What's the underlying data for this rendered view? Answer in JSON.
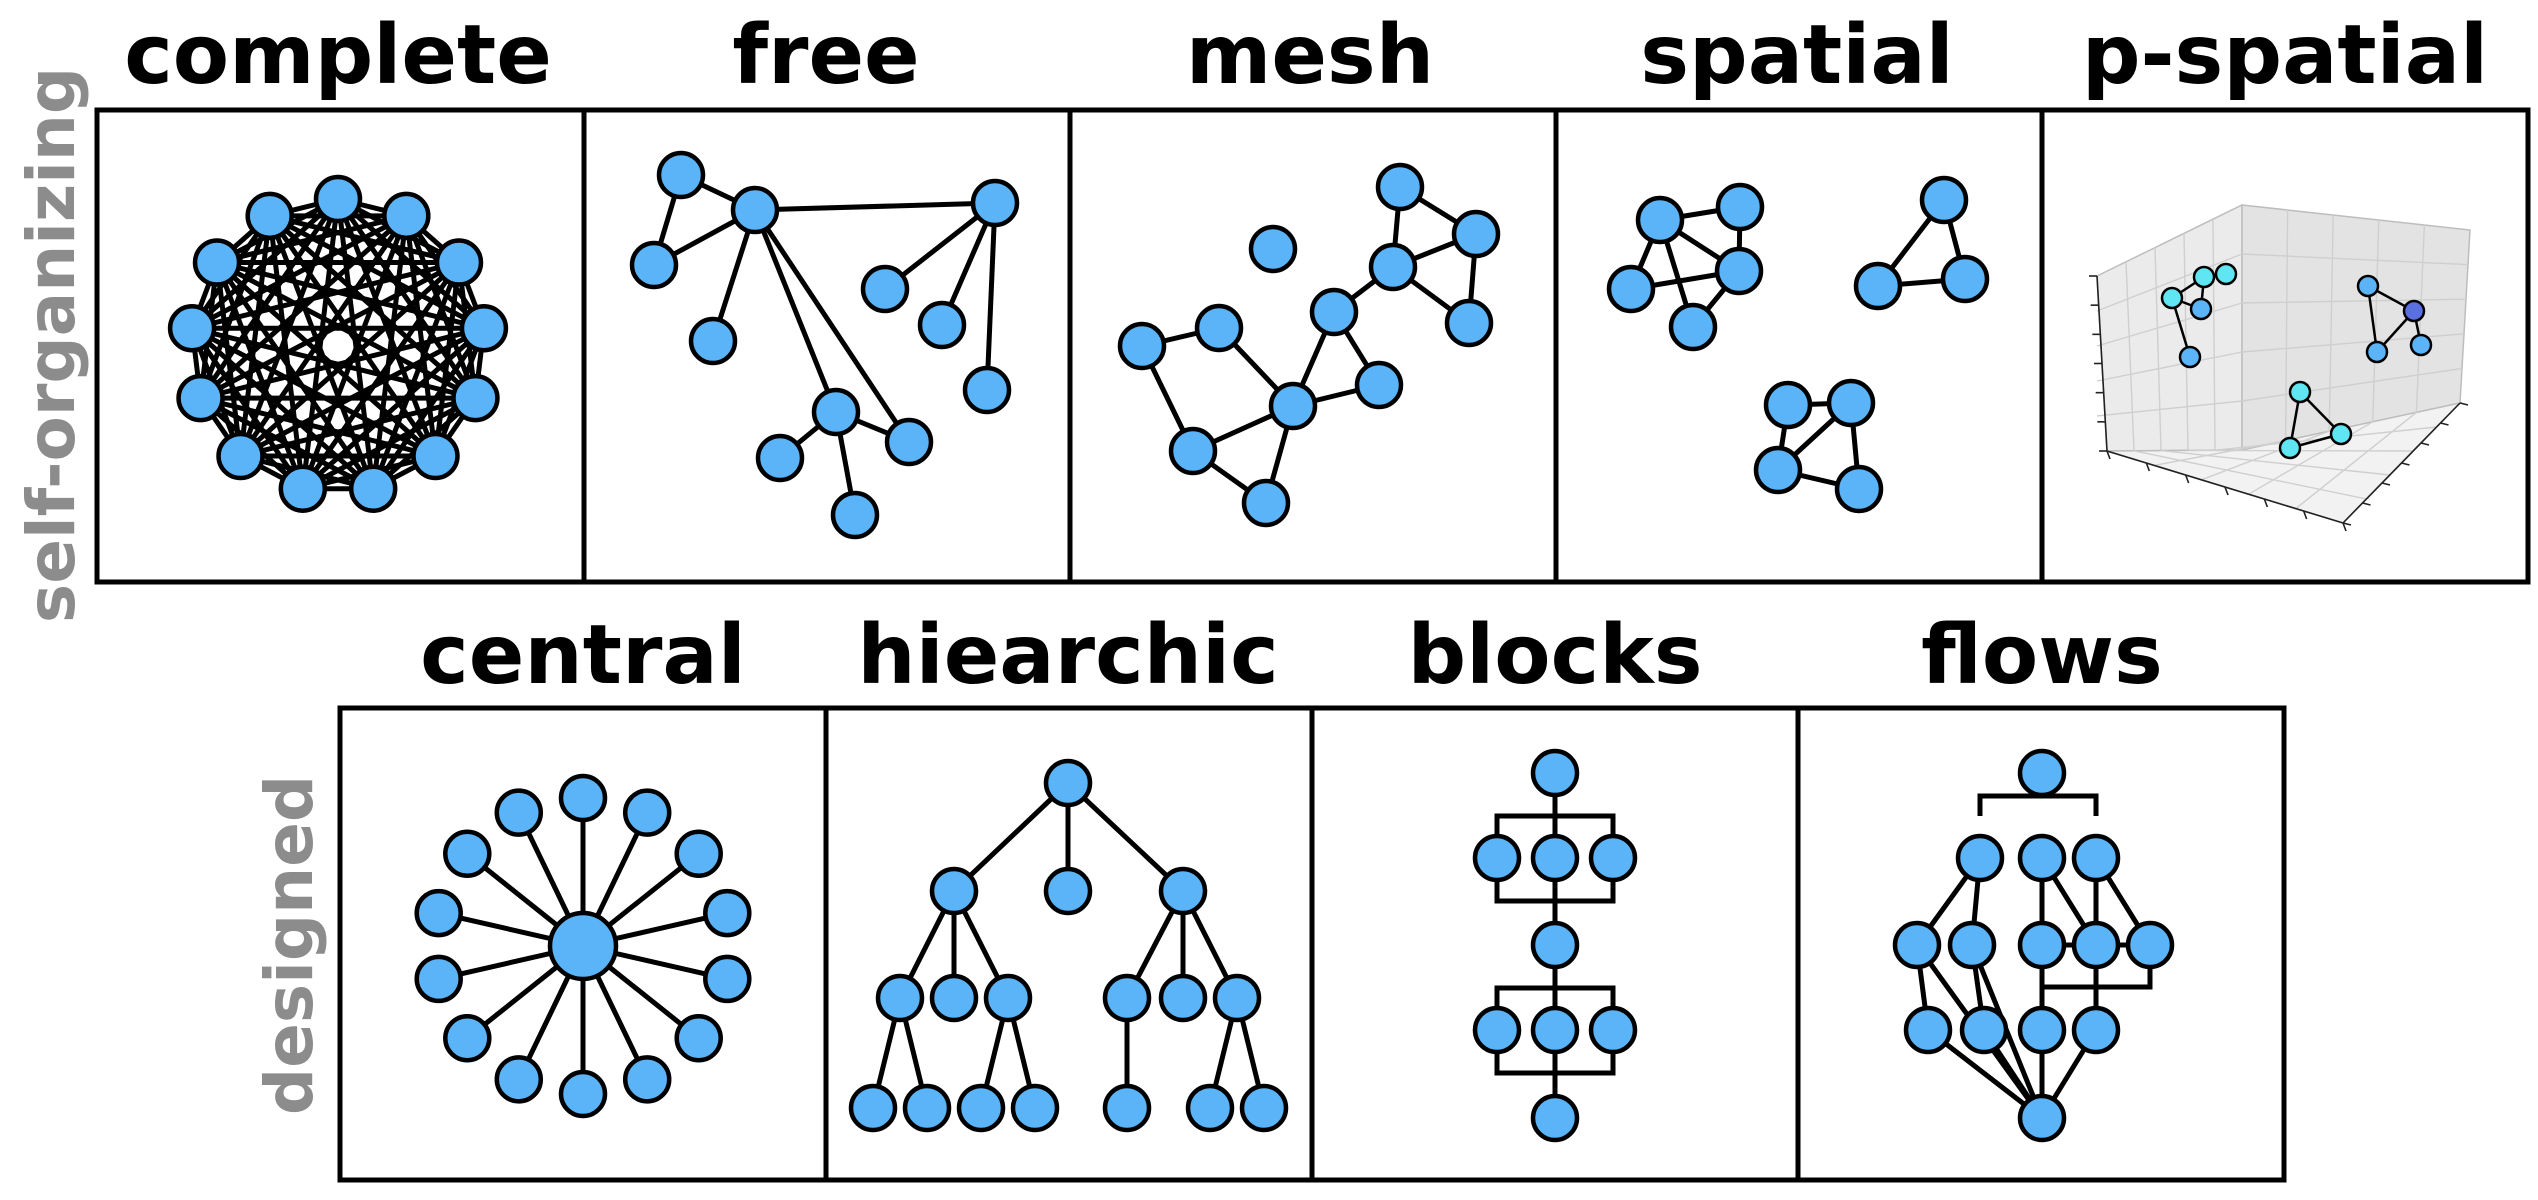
{
  "row_labels": {
    "top": "self-organizing",
    "bottom": "designed"
  },
  "panels": {
    "complete": "complete",
    "free": "free",
    "mesh": "mesh",
    "spatial": "spatial",
    "p_spatial": "p-spatial",
    "central": "central",
    "hierarchic": "hiearchic",
    "blocks": "blocks",
    "flows": "flows"
  },
  "colors": {
    "node": "#5ab4f7",
    "node_light": "#5fe6f2",
    "node_dark": "#5a6fe0",
    "edge": "#000000",
    "row_label": "#8c8c8c"
  }
}
